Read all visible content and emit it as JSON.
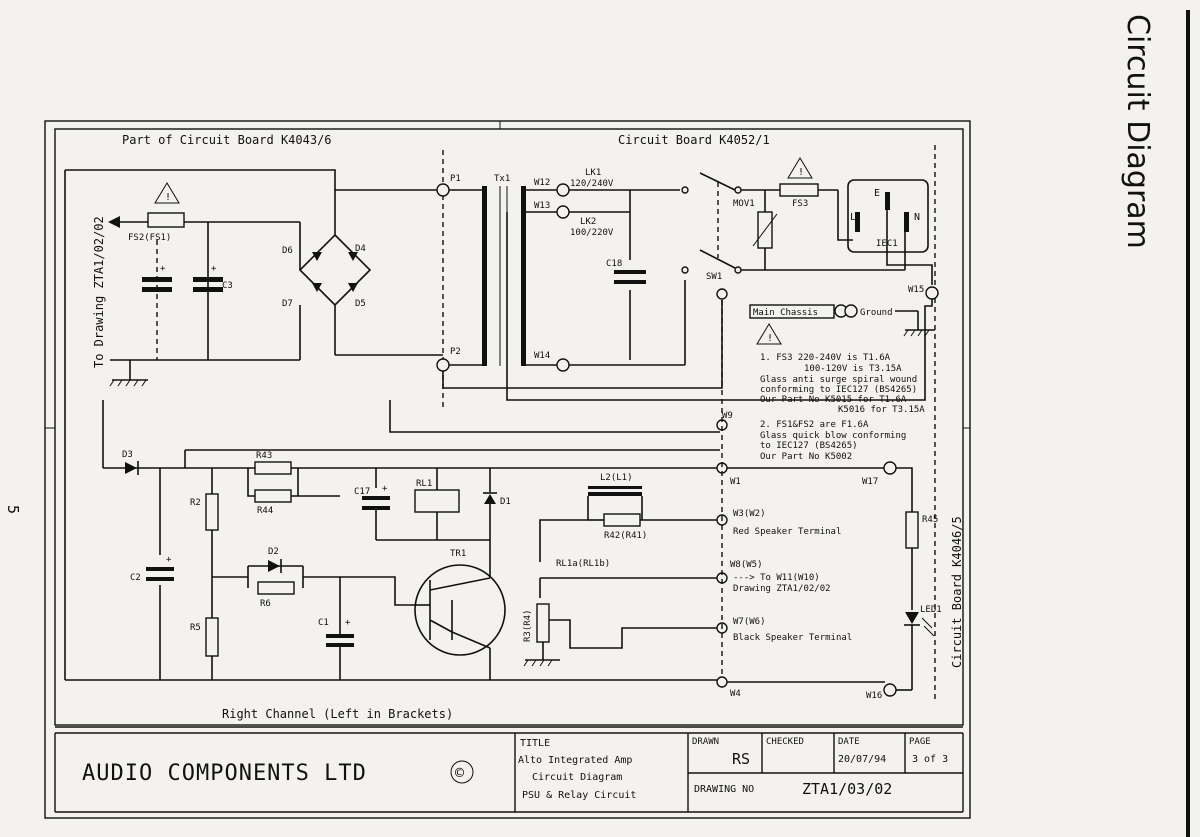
{
  "side_title": "Circuit Diagram",
  "page_number": "5",
  "board_labels": {
    "left_board": "Part of Circuit Board K4043/6",
    "right_board": "Circuit Board K4052/1",
    "led_board": "Circuit Board K4046/5",
    "bottom_note": "Right Channel (Left in Brackets)",
    "to_drawing": "To Drawing ZTA1/02/02"
  },
  "components": {
    "fs2": "FS2(FS1)",
    "c3": "C3",
    "d6": "D6",
    "d4": "D4",
    "d7": "D7",
    "d5": "D5",
    "p1": "P1",
    "p2": "P2",
    "tx1": "Tx1",
    "w12": "W12",
    "w13": "W13",
    "w14": "W14",
    "w15": "W15",
    "lk1": "LK1",
    "lk1_v": "120/240V",
    "lk2": "LK2",
    "lk2_v": "100/220V",
    "c18": "C18",
    "mov1": "MOV1",
    "fs3": "FS3",
    "sw1": "SW1",
    "iec1": "IEC1",
    "iec_e": "E",
    "iec_l": "L",
    "iec_n": "N",
    "main_chassis": "Main Chassis",
    "ground": "Ground",
    "d3": "D3",
    "r43": "R43",
    "r44": "R44",
    "r2": "R2",
    "c17": "C17",
    "c17_plus": "+",
    "rl1": "RL1",
    "d1": "D1",
    "d2": "D2",
    "r6": "R6",
    "r5": "R5",
    "c2": "C2",
    "c1": "C1",
    "tr1": "TR1",
    "l2": "L2(L1)",
    "r42": "R42(R41)",
    "rl1a": "RL1a(RL1b)",
    "r3": "R3(R4)",
    "w9": "W9",
    "w1": "W1",
    "w17": "W17",
    "w3": "W3(W2)",
    "red_spk": "Red Speaker Terminal",
    "w8": "W8(W5)",
    "to_w11": "---> To W11(W10)",
    "drawing_ref": "Drawing ZTA1/02/02",
    "w7": "W7(W6)",
    "black_spk": "Black Speaker Terminal",
    "w4": "W4",
    "w16": "W16",
    "r45": "R45",
    "led1": "LED1"
  },
  "notes": [
    "1. FS3 220-240V is T1.6A",
    "100-120V is T3.15A",
    "Glass anti surge spiral wound",
    "conforming to IEC127 (BS4265)",
    "Our Part No K5015 for T1.6A",
    "K5016 for T3.15A",
    "2. FS1&FS2 are F1.6A",
    "Glass quick blow conforming",
    "to IEC127 (BS4265)",
    "Our Part No K5002"
  ],
  "title_block": {
    "company": "AUDIO COMPONENTS LTD",
    "copyright": "©",
    "title_label": "TITLE",
    "title_line1": "Alto Integrated Amp",
    "title_line2": "Circuit Diagram",
    "title_line3": "PSU & Relay Circuit",
    "drawn_label": "DRAWN",
    "drawn_value": "RS",
    "checked_label": "CHECKED",
    "checked_value": "",
    "date_label": "DATE",
    "date_value": "20/07/94",
    "page_label": "PAGE",
    "page_value": "3 of 3",
    "drawing_no_label": "DRAWING NO",
    "drawing_no_value": "ZTA1/03/02"
  }
}
